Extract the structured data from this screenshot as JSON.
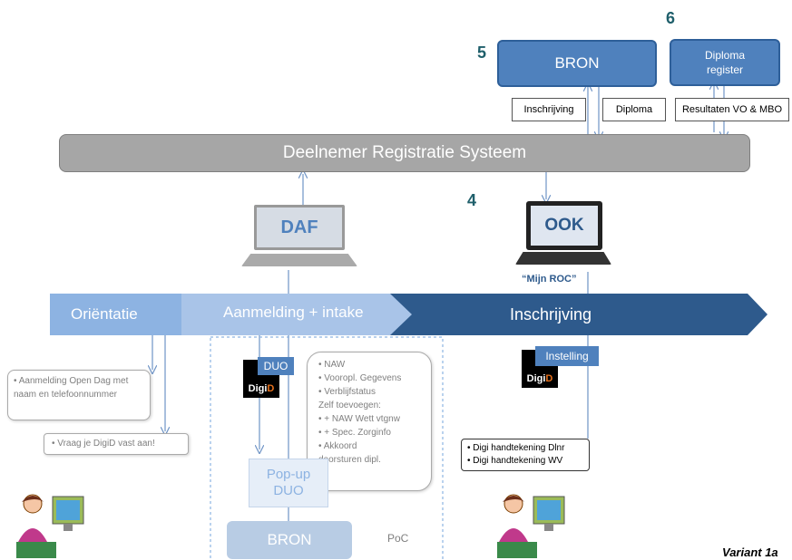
{
  "nums": {
    "n4": "4",
    "n5": "5",
    "n6": "6"
  },
  "bron_top": "BRON",
  "diploma_register": [
    "Diploma",
    "register"
  ],
  "labels": {
    "inschrijving": "Inschrijving",
    "diploma": "Diploma",
    "resultaten": "Resultaten VO & MBO"
  },
  "drs": "Deelnemer Registratie Systeem",
  "daf": "DAF",
  "ook": "OOK",
  "mijn_roc": "“Mijn ROC”",
  "phases": [
    "Oriëntatie",
    "Aanmelding + intake",
    "Inschrijving"
  ],
  "notes": {
    "open_dag": "• Aanmelding Open Dag met naam en telefoonnummer",
    "digid_vraag": "• Vraag je DigiD vast aan!",
    "naw_list": [
      "• NAW",
      "• Vooropl. Gegevens",
      "• Verblijfstatus",
      "Zelf toevoegen:",
      "• + NAW Wett vtgnw",
      "• + Spec. Zorginfo",
      "• Akkoord",
      "  doorsturen dipl."
    ],
    "handtekening": [
      "• Digi handtekening Dlnr",
      "• Digi handtekening WV"
    ]
  },
  "duo_tag": "DUO",
  "instelling_tag": "Instelling",
  "digid": {
    "digi": "Digi",
    "d": "D"
  },
  "popup": [
    "Pop-up",
    "DUO"
  ],
  "bron_bottom": "BRON",
  "poc": "PoC",
  "variant": "Variant 1a",
  "colors": {
    "blue": "#4f81bd",
    "dark_blue": "#2e5a8c",
    "light_blue": "#8db3e2",
    "grey": "#a6a6a6"
  }
}
